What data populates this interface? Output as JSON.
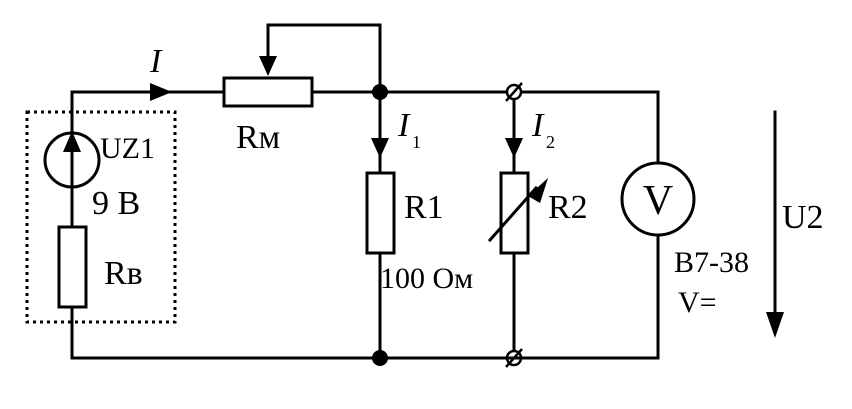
{
  "labels": {
    "current_main": "I",
    "rm": "Rм",
    "i1": "I",
    "i1_sub": "1",
    "i2": "I",
    "i2_sub": "2",
    "uz1": "UZ1",
    "emf": "9 В",
    "rv": "Rв",
    "r1": "R1",
    "r1_value": "100 Ом",
    "r2": "R2",
    "voltmeter_symbol": "V",
    "voltmeter_model": "В7-38",
    "voltmeter_mode": "V=",
    "u2": "U2"
  },
  "colors": {
    "line": "#000000",
    "background": "#ffffff"
  }
}
